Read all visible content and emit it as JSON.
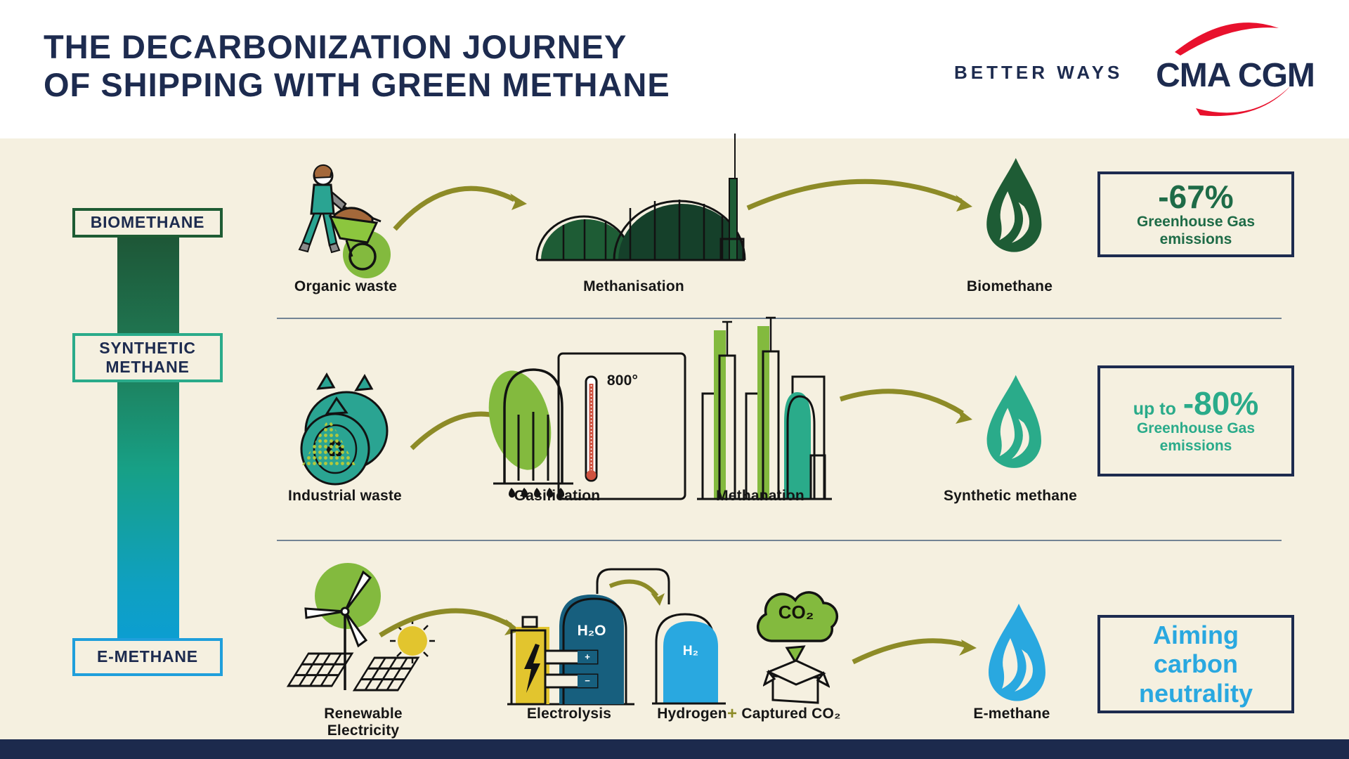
{
  "header": {
    "title_line1": "THE DECARBONIZATION JOURNEY",
    "title_line2": "OF SHIPPING WITH GREEN METHANE",
    "tagline": "BETTER WAYS",
    "brand": "CMA CGM"
  },
  "ladder": {
    "biomethane": "BIOMETHANE",
    "synthetic_line1": "SYNTHETIC",
    "synthetic_line2": "METHANE",
    "emethane": "E-METHANE"
  },
  "row_biomethane": {
    "step_source": "Organic waste",
    "step_process": "Methanisation",
    "step_output": "Biomethane",
    "result_value": "-67%",
    "result_sub1": "Greenhouse Gas",
    "result_sub2": "emissions"
  },
  "row_synthetic": {
    "step_source": "Industrial waste",
    "step_process1": "Gasification",
    "temperature": "800°",
    "step_process2": "Methanation",
    "step_output": "Synthetic methane",
    "result_prefix": "up to",
    "result_value": "-80%",
    "result_sub1": "Greenhouse Gas",
    "result_sub2": "emissions"
  },
  "row_emethane": {
    "step_source": "Renewable Electricity",
    "step_process1": "Electrolysis",
    "step_input1": "Hydrogen",
    "plus": "+",
    "step_input2": "Captured CO₂",
    "step_output": "E-methane",
    "tank_water": "H₂O",
    "tank_hydrogen": "H₂",
    "cloud_co2": "CO₂",
    "electrode_plus": "+",
    "electrode_minus": "−",
    "result_line1": "Aiming",
    "result_line2": "carbon",
    "result_line3": "neutrality"
  },
  "colors": {
    "navy": "#1d2b4f",
    "cream": "#f5f0e0",
    "dark_green": "#1e5c35",
    "result_green": "#1e6b47",
    "teal": "#2aab8a",
    "lime": "#83ba3e",
    "blue": "#29a8e0",
    "olive_arrow": "#8d8b27",
    "yellow": "#e2c52e",
    "logo_red": "#e8112d",
    "tank_navy": "#175f7e"
  }
}
